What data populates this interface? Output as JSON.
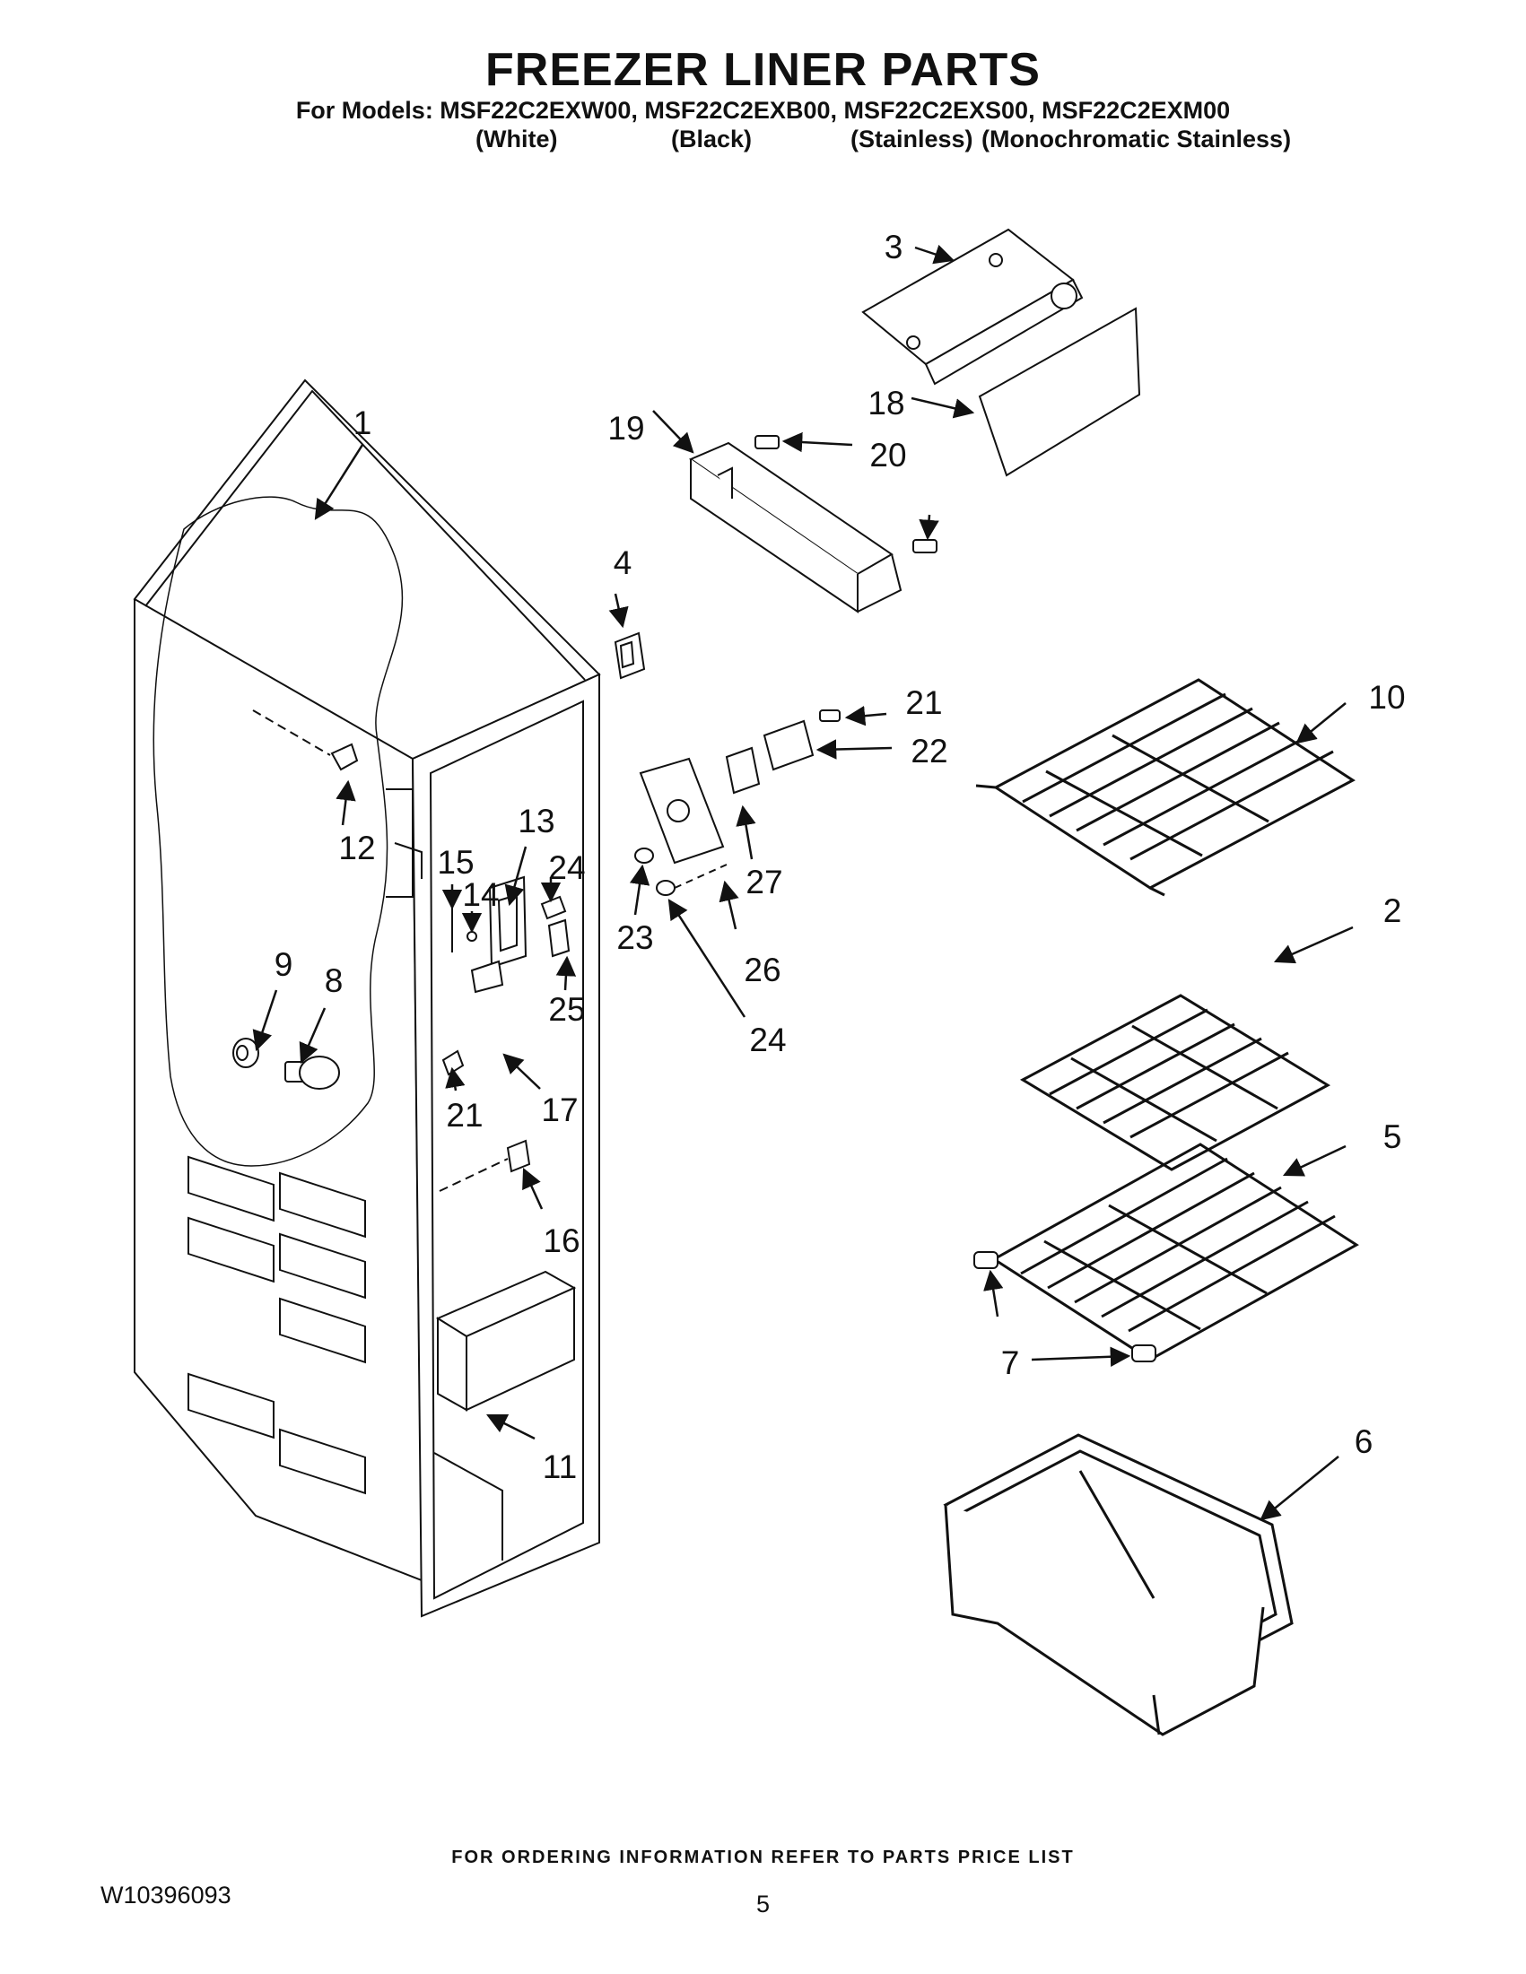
{
  "header": {
    "title": "FREEZER LINER PARTS",
    "models_line": "For Models: MSF22C2EXW00, MSF22C2EXB00, MSF22C2EXS00, MSF22C2EXM00",
    "variants": [
      "(White)",
      "(Black)",
      "(Stainless)",
      "(Monochromatic Stainless)"
    ]
  },
  "callouts": {
    "c1": "1",
    "c2": "2",
    "c3": "3",
    "c4": "4",
    "c5": "5",
    "c6": "6",
    "c7": "7",
    "c8": "8",
    "c9": "9",
    "c10": "10",
    "c11": "11",
    "c12": "12",
    "c13": "13",
    "c14": "14",
    "c15": "15",
    "c16": "16",
    "c17": "17",
    "c18": "18",
    "c19": "19",
    "c20": "20",
    "c21": "21",
    "c22": "22",
    "c23": "23",
    "c24": "24",
    "c25": "25",
    "c26": "26",
    "c27": "27"
  },
  "footer": {
    "note": "FOR ORDERING INFORMATION REFER TO PARTS PRICE LIST",
    "doc_number": "W10396093",
    "page": "5"
  }
}
